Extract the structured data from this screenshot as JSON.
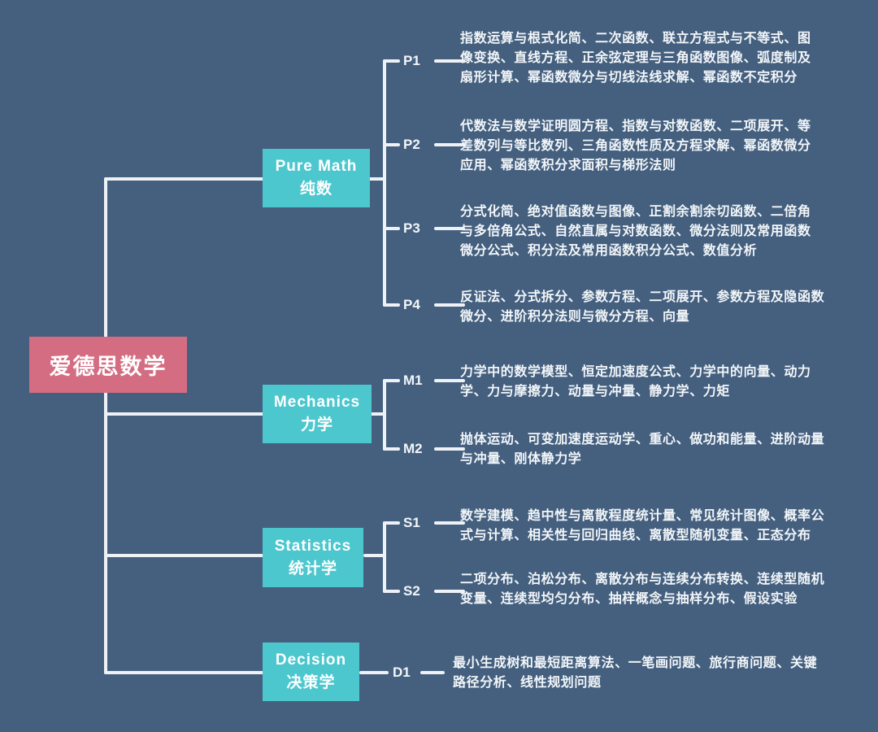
{
  "diagram": {
    "root_label": "爱德思数学",
    "branches": [
      {
        "name_en": "Pure Math",
        "name_zh": "纯数",
        "children": [
          {
            "code": "P1",
            "topics": "指数运算与根式化简、二次函数、联立方程式与不等式、图\n像变换、直线方程、正余弦定理与三角函数图像、弧度制及\n扇形计算、幂函数微分与切线法线求解、幂函数不定积分"
          },
          {
            "code": "P2",
            "topics": "代数法与数学证明圆方程、指数与对数函数、二项展开、等\n差数列与等比数列、三角函数性质及方程求解、幂函数微分\n应用、幂函数积分求面积与梯形法则"
          },
          {
            "code": "P3",
            "topics": "分式化简、绝对值函数与图像、正割余割余切函数、二倍角\n与多倍角公式、自然直属与对数函数、微分法则及常用函数\n微分公式、积分法及常用函数积分公式、数值分析"
          },
          {
            "code": "P4",
            "topics": "反证法、分式拆分、参数方程、二项展开、参数方程及隐函数\n微分、进阶积分法则与微分方程、向量"
          }
        ]
      },
      {
        "name_en": "Mechanics",
        "name_zh": "力学",
        "children": [
          {
            "code": "M1",
            "topics": "力学中的数学模型、恒定加速度公式、力学中的向量、动力\n学、力与摩擦力、动量与冲量、静力学、力矩"
          },
          {
            "code": "M2",
            "topics": "抛体运动、可变加速度运动学、重心、做功和能量、进阶动量\n与冲量、刚体静力学"
          }
        ]
      },
      {
        "name_en": "Statistics",
        "name_zh": "统计学",
        "children": [
          {
            "code": "S1",
            "topics": "数学建模、趋中性与离散程度统计量、常见统计图像、概率公\n式与计算、相关性与回归曲线、离散型随机变量、正态分布"
          },
          {
            "code": "S2",
            "topics": "二项分布、泊松分布、离散分布与连续分布转换、连续型随机\n变量、连续型均匀分布、抽样概念与抽样分布、假设实验"
          }
        ]
      },
      {
        "name_en": "Decision",
        "name_zh": "决策学",
        "children": [
          {
            "code": "D1",
            "topics": "最小生成树和最短距离算法、一笔画问题、旅行商问题、关键\n路径分析、线性规划问题"
          }
        ]
      }
    ],
    "colors": {
      "background": "#45607f",
      "root_node": "#d46d82",
      "branch_node": "#4dc7ce",
      "connector": "#eef2f6",
      "text": "#f2f6f9"
    }
  }
}
